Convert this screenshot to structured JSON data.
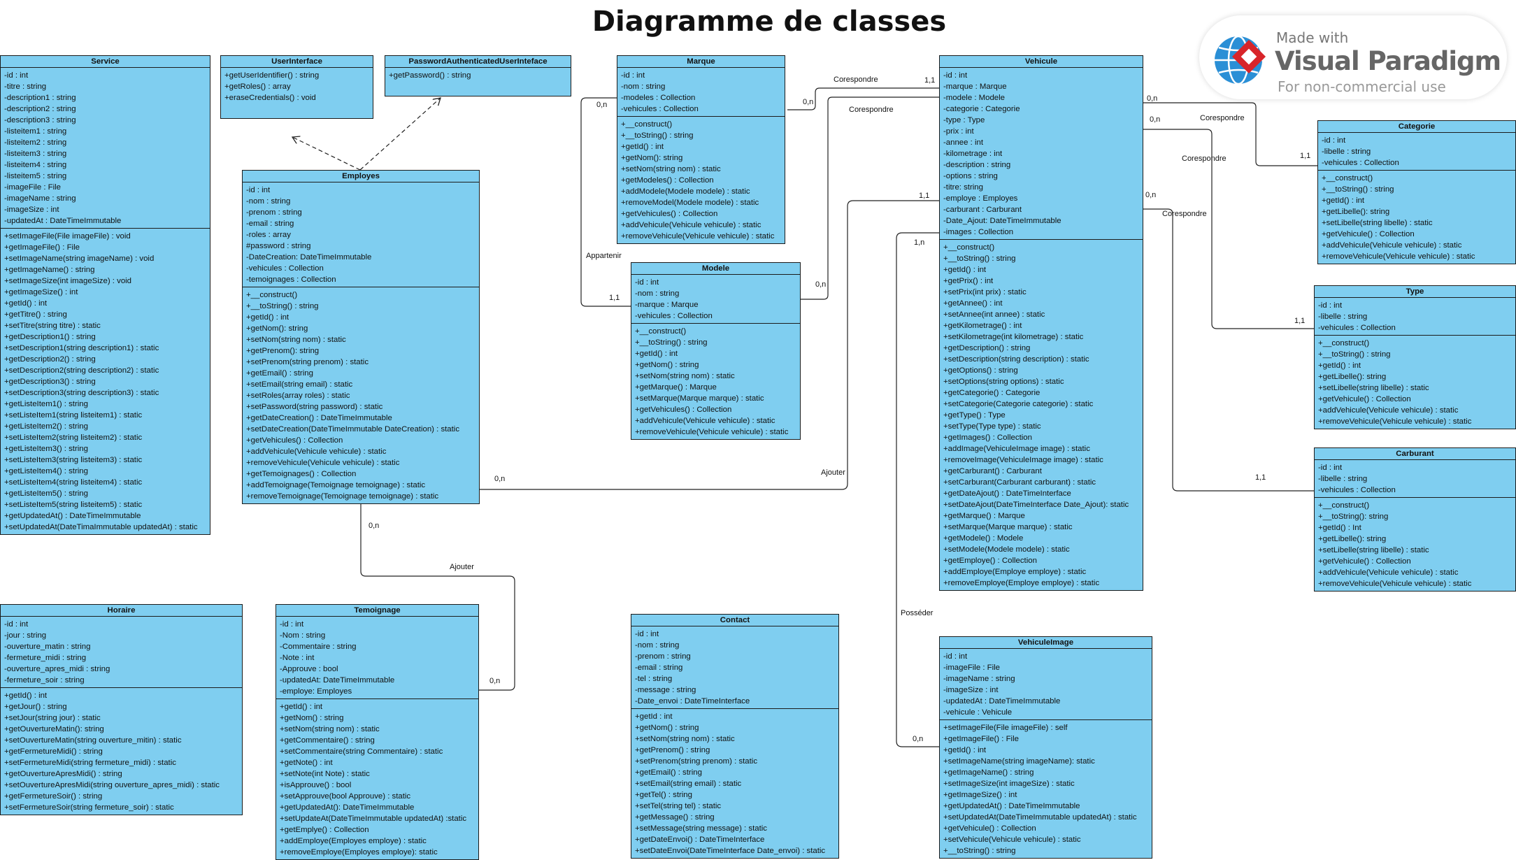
{
  "title": "Diagramme de classes",
  "watermark": {
    "line1": "Made with",
    "line2": "Visual Paradigm",
    "line3": "For non-commercial use"
  },
  "colors": {
    "class_fill": "#7fcef0",
    "border": "#1b1b1b",
    "line": "#222222"
  },
  "classes": [
    {
      "name": "Service",
      "attributes": [
        "-id : int",
        "-titre : string",
        "-description1 : string",
        "-description2 : string",
        "-description3 : string",
        "-listeitem1 : string",
        "-listeitem2 : string",
        "-listeitem3 : string",
        "-listeitem4 : string",
        "-listeitem5 : string",
        "-imageFile : File",
        "-imageName : string",
        "-imageSize : int",
        "-updatedAt : DateTimeImmutable"
      ],
      "methods": [
        "+setImageFile(File imageFile) : void",
        "+getImageFile() : File",
        "+setImageName(string imageName) : void",
        "+getImageName() : string",
        "+setImageSize(int imageSize) : void",
        "+getImageSize() : int",
        "+getId() : int",
        "+getTitre() : string",
        "+setTitre(string titre) : static",
        "+getDescription1() : string",
        "+setDescription1(string description1) : static",
        "+getDescription2() : string",
        "+setDescription2(string description2) : static",
        "+getDescription3() : string",
        "+setDescription3(string description3) : static",
        "+getListeItem1() : string",
        "+setListeItem1(string listeitem1) : static",
        "+getListeItem2() : string",
        "+setListeItem2(string listeitem2) : static",
        "+getListeItem3() : string",
        "+setListeItem3(string listeitem3) : static",
        "+getListeItem4() : string",
        "+setListeItem4(string listeitem4) : static",
        "+getListeItem5() : string",
        "+setListeItem5(string listeitem5) : static",
        "+getUpdatedAt() : DateTimeImmutable",
        "+setUpdatedAt(DateTimaImmutable updatedAt) : static"
      ]
    },
    {
      "name": "UserInterface",
      "attributes": [],
      "methods": [
        "+getUserIdentifier() : string",
        "+getRoles() : array",
        "+eraseCredentials() : void"
      ]
    },
    {
      "name": "PasswordAuthenticatedUserInteface",
      "attributes": [],
      "methods": [
        "+getPassword() : string"
      ]
    },
    {
      "name": "Employes",
      "attributes": [
        "-id : int",
        "-nom : string",
        "-prenom : string",
        "-email : string",
        "-roles : array",
        "#password : string",
        "-DateCreation: DateTimeImmutable",
        "-vehicules : Collection",
        "-temoignages : Collection"
      ],
      "methods": [
        "+__construct()",
        "+__toString() : string",
        "+getId() : int",
        "+getNom(): string",
        "+setNom(string nom) : static",
        "+getPrenom(): string",
        "+setPrenom(string prenom) : static",
        "+getEmail() : string",
        "+setEmail(string email) : static",
        "+setRoles(array roles) : static",
        "+setPassword(string password) : static",
        "+getDateCreation() : DateTimeImmutable",
        "+setDateCreation(DateTimeImmutable DateCreation) : static",
        "+getVehicules() : Collection",
        "+addVehicule(Vehicule vehicule) : static",
        "+removeVehicule(Vehicule vehicule) : static",
        "+getTemoignages() : Collection",
        "+addTemoignage(Temoignage temoignage) : static",
        "+removeTemoignage(Temoignage temoignage) : static"
      ]
    },
    {
      "name": "Marque",
      "attributes": [
        "-id : int",
        "-nom : string",
        "-modeles : Collection",
        "-vehicules : Collection"
      ],
      "methods": [
        "+__construct()",
        "+__toString() : string",
        "+getId() : int",
        "+getNom(): string",
        "+setNom(string nom) : static",
        "+getModeles() : Collection",
        "+addModele(Modele modele) : static",
        "+removeModel(Modele modele) : static",
        "+getVehicules() : Collection",
        "+addVehicule(Vehicule vehicule) : static",
        "+removeVehicule(Vehicule vehicule) : static"
      ]
    },
    {
      "name": "Modele",
      "attributes": [
        "-id : int",
        "-nom : string",
        "-marque : Marque",
        "-vehicules : Collection"
      ],
      "methods": [
        "+__construct()",
        "+__toString() : string",
        "+getId() : int",
        "+getNom() : string",
        "+setNom(string nom) : static",
        "+getMarque() : Marque",
        "+setMarque(Marque marque) : static",
        "+getVehicules() : Collection",
        "+addVehicule(Vehicule vehicule) : static",
        "+removeVehicule(Vehicule vehicule) : static"
      ]
    },
    {
      "name": "Vehicule",
      "attributes": [
        "-id : int",
        "-marque : Marque",
        "-modele : Modele",
        "-categorie : Categorie",
        "-type : Type",
        "-prix : int",
        "-annee : int",
        "-kilometrage : int",
        "-description : string",
        "-options : string",
        "-titre: string",
        "-employe : Employes",
        "-carburant : Carburant",
        "-Date_Ajout: DateTimeImmutable",
        "-images : Collection"
      ],
      "methods": [
        "+__construct()",
        "+__toString() : string",
        "+getId() : int",
        "+getPrix() : int",
        "+setPrix(int prix) : static",
        "+getAnnee() : int",
        "+setAnnee(int annee) : static",
        "+getKilometrage() : int",
        "+setKilometrage(int kilometrage) : static",
        "+getDescription() : string",
        "+setDescription(string description) : static",
        "+getOptions() : string",
        "+setOptions(string options) : static",
        "+getCategorie() : Categorie",
        "+setCategorie(Categorie categorie) : static",
        "+getType() : Type",
        "+setType(Type type) : static",
        "+getImages() : Collection",
        "+addImage(VehiculeImage image) : static",
        "+removeImage(VehiculeImage image) : static",
        "+getCarburant() : Carburant",
        "+setCarburant(Carburant carburant) : static",
        "+getDateAjout() : DateTimeInterface",
        "+setDateAjout(DateTimeInterface Date_Ajout): static",
        "+getMarque() : Marque",
        "+setMarque(Marque marque) : static",
        "+getModele() : Modele",
        "+setModele(Modele modele) : static",
        "+getEmploye() : Collection",
        "+addEmploye(Employe employe) : static",
        "+removeEmploye(Employe employe) : static"
      ]
    },
    {
      "name": "Categorie",
      "attributes": [
        "-id : int",
        "-libelle : string",
        "-vehicules : Collection"
      ],
      "methods": [
        "+__construct()",
        "+__toString() : string",
        "+getId() : int",
        "+getLibelle(): string",
        "+setLibelle(string libelle) : static",
        "+getVehicule() : Collection",
        "+addVehicule(Vehicule vehicule) : static",
        "+removeVehicule(Vehicule vehicule) : static"
      ]
    },
    {
      "name": "Type",
      "attributes": [
        "-id : int",
        "-libelle : string",
        "-vehicules : Collection"
      ],
      "methods": [
        "+__construct()",
        "+__toString() : string",
        "+getId() : int",
        "+getLibelle(): string",
        "+setLibelle(string libelle) : static",
        "+getVehicule() : Collection",
        "+addVehicule(Vehicule vehicule) : static",
        "+removeVehicule(Vehicule vehicule) : static"
      ]
    },
    {
      "name": "Carburant",
      "attributes": [
        "-id : int",
        "-libelle : string",
        "-vehicules : Collection"
      ],
      "methods": [
        "+__construct()",
        "+__toString(): string",
        "+getId() : Int",
        "+getLibelle(): string",
        "+setLibelle(string libelle) : static",
        "+getVehicule() : Collection",
        "+addVehicule(Vehicule vehicule) : static",
        "+removeVehicule(Vehicule vehicule) : static"
      ]
    },
    {
      "name": "Horaire",
      "attributes": [
        "-id : int",
        "-jour : string",
        "-ouverture_matin : string",
        "-fermeture_midi : string",
        "-ouverture_apres_midi : string",
        "-fermeture_soir : string"
      ],
      "methods": [
        "+getId() : int",
        "+getJour() : string",
        "+setJour(string jour) : static",
        "+getOuvertureMatin(): string",
        "+setOuvertureMatin(string ouverture_mitin) : static",
        "+getFermetureMidi() : string",
        "+setFermetureMidi(string fermeture_midi) : static",
        "+getOuvertureApresMidi() : string",
        "+setOuvertureApresMidi(string ouverture_apres_midi) : static",
        "+getFermetureSoir() : string",
        "+setFermetureSoir(string fermeture_soir) : static"
      ]
    },
    {
      "name": "Temoignage",
      "attributes": [
        "-id : int",
        "-Nom : string",
        "-Commentaire : string",
        "-Note : int",
        "-Approuve : bool",
        "-updatedAt: DateTimeImmutable",
        "-employe: Employes"
      ],
      "methods": [
        "+getId() : int",
        "+getNom() : string",
        "+setNom(string nom) : static",
        "+getCommentaire() : string",
        "+setCommentaire(string Commentaire) : static",
        "+getNote() : int",
        "+setNote(int Note) : static",
        "+isApprouve() : bool",
        "+setApprouve(bool Approuve) : static",
        "+getUpdatedAt(): DateTimeImmutable",
        "+setUpdateAt(DateTimeImmutable updatedAt) :static",
        "+getEmplye() : Collection",
        "+addEmploye(Employes employe) : static",
        "+removeEmploye(Employes employe): static"
      ]
    },
    {
      "name": "Contact",
      "attributes": [
        "-id : int",
        "-nom : string",
        "-prenom : string",
        "-email : string",
        "-tel : string",
        "-message : string",
        "-Date_envoi : DateTimeInterface"
      ],
      "methods": [
        "+getId : int",
        "+getNom() : string",
        "+setNom(string nom) : static",
        "+getPrenom() : string",
        "+setPrenom(string prenom) : static",
        "+getEmail() : string",
        "+setEmail(string email) : static",
        "+getTel() : string",
        "+setTel(string tel) : static",
        "+getMessage() : string",
        "+setMessage(string message) : static",
        "+getDateEnvoi() : DateTimeInterface",
        "+setDateEnvoi(DateTimeInterface Date_envoi) : static"
      ]
    },
    {
      "name": "VehiculeImage",
      "attributes": [
        "-id : int",
        "-imageFile : File",
        "-imageName : string",
        "-imageSize : int",
        "-updatedAt : DateTimeImmutable",
        "-vehicule : Vehicule"
      ],
      "methods": [
        "+setImageFile(File imageFile) : self",
        "+getImageFile() : File",
        "+getId() : int",
        "+setImageName(string imageName): static",
        "+getImageName() : string",
        "+setImageSize(int imageSize) : static",
        "+getImageSize() : int",
        "+getUpdatedAt() : DateTimeImmutable",
        "+setUpdatedAt(DateTimeImmutable updatedAt) : static",
        "+getVehicule() : Collection",
        "+setVehicule(Vehicule vehicule) : static",
        "+__toString() : string"
      ]
    }
  ],
  "associations": [
    {
      "label": "Corespondre",
      "mult_a": "0,n",
      "mult_b": "1,1"
    },
    {
      "label": "Corespondre",
      "mult_a": "0,n",
      "mult_b": "1,1"
    },
    {
      "label": "Appartenir",
      "mult_a": "0,n",
      "mult_b": "1,1"
    },
    {
      "label": "Ajouter",
      "mult_a": "0,n",
      "mult_b": "1,n"
    },
    {
      "label": "Ajouter",
      "mult_a": "0,n",
      "mult_b": "0,n"
    },
    {
      "label": "Posséder",
      "mult_a": "0,n"
    },
    {
      "label": "Corespondre",
      "mult_a": "0,n",
      "mult_b": "1,1"
    },
    {
      "label": "Corespondre",
      "mult_a": "0,n",
      "mult_b": "1,1"
    },
    {
      "label": "Corespondre",
      "mult_a": "0,n",
      "mult_b": "1,1"
    }
  ]
}
